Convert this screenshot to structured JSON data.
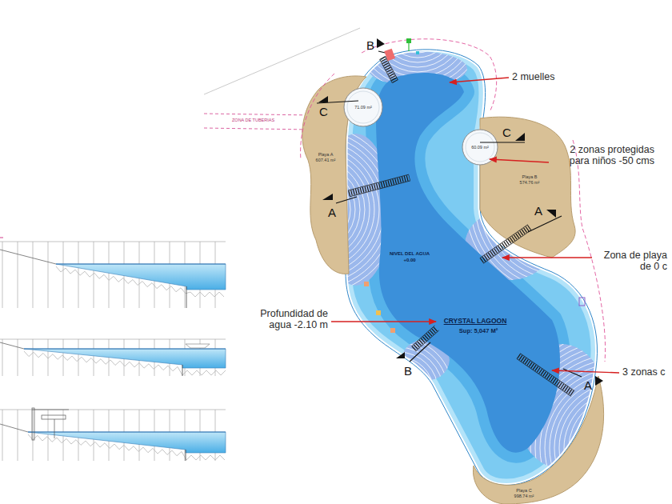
{
  "diagram": {
    "nodes": [
      {
        "text": [
          "71.09 m²"
        ]
      },
      {
        "text": [
          "60.09 m²"
        ]
      },
      {
        "text": [
          "Playa A",
          "607.41 m²"
        ]
      },
      {
        "text": [
          "Playa B",
          "574.76 m²"
        ]
      },
      {
        "text": [
          "NIVEL DEL AGUA",
          "+0.00",
          "CRYSTAL LAGOON",
          "Sup: 5,047 M²"
        ]
      },
      {
        "text": [
          "Playa C",
          "998.74 m²"
        ]
      }
    ],
    "labels": [
      "B",
      "2 muelles",
      "C",
      "ZONA DE TUBERIAS",
      "C",
      "2 zonas protegidas para niños -50 cms",
      "A",
      "A",
      "Zona de playa de 0 c",
      "Profundidad de agua -2.10 m",
      "B",
      "3 zonas c",
      "A"
    ]
  }
}
